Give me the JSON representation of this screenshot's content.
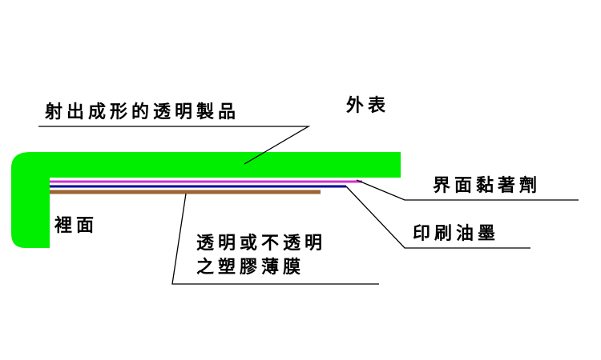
{
  "labels": {
    "product": "射出成形的透明製品",
    "outer_surface": "外表",
    "inner_surface": "裡面",
    "adhesive": "界面黏著劑",
    "ink": "印刷油墨",
    "film_line1": "透明或不透明",
    "film_line2": "之塑膠薄膜"
  },
  "colors": {
    "plastic_body": "#00ee00",
    "adhesive_layer": "#cc33cc",
    "ink_layer": "#000099",
    "film_layer": "#996633",
    "leader_line": "#000000"
  }
}
